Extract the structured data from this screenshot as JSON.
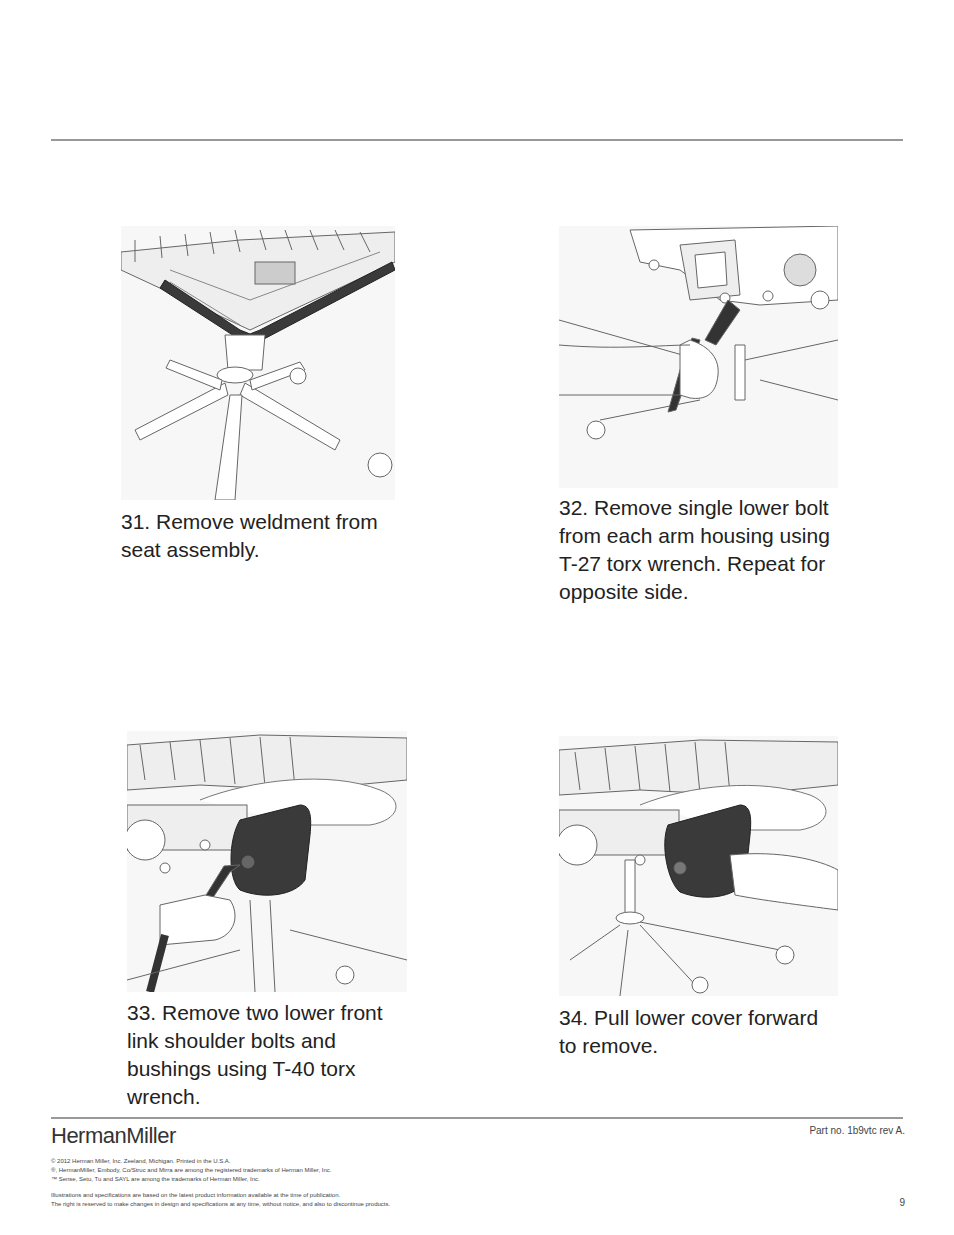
{
  "diagram": {
    "labels": [
      "31. Remove weldment from seat assembly.",
      "32. Remove single lower bolt from each arm housing using T-27 torx wrench. Repeat for opposite side.",
      "33. Remove two lower front link shoulder bolts and bushings using T-40 torx wrench.",
      "34. Pull lower cover forward to remove.",
      "HermanMiller",
      "Part no. 1b9vtc rev A.",
      "© 2012 Herman Miller, Inc. Zeeland, Michigan. Printed in the U.S.A.",
      "®, HermanMiller, Embody, Co/Struc and Mirra are among the registered trademarks of Herman Miller, Inc.",
      "™ Sense, Setu, Tu and SAYL are among the trademarks of Herman Miller, Inc.",
      "Illustrations and specifications are based on the latest product information available at the time of publication.",
      "The right is reserved to make changes in design and specifications at any time, without notice, and also to discontinue products.",
      "9"
    ]
  }
}
